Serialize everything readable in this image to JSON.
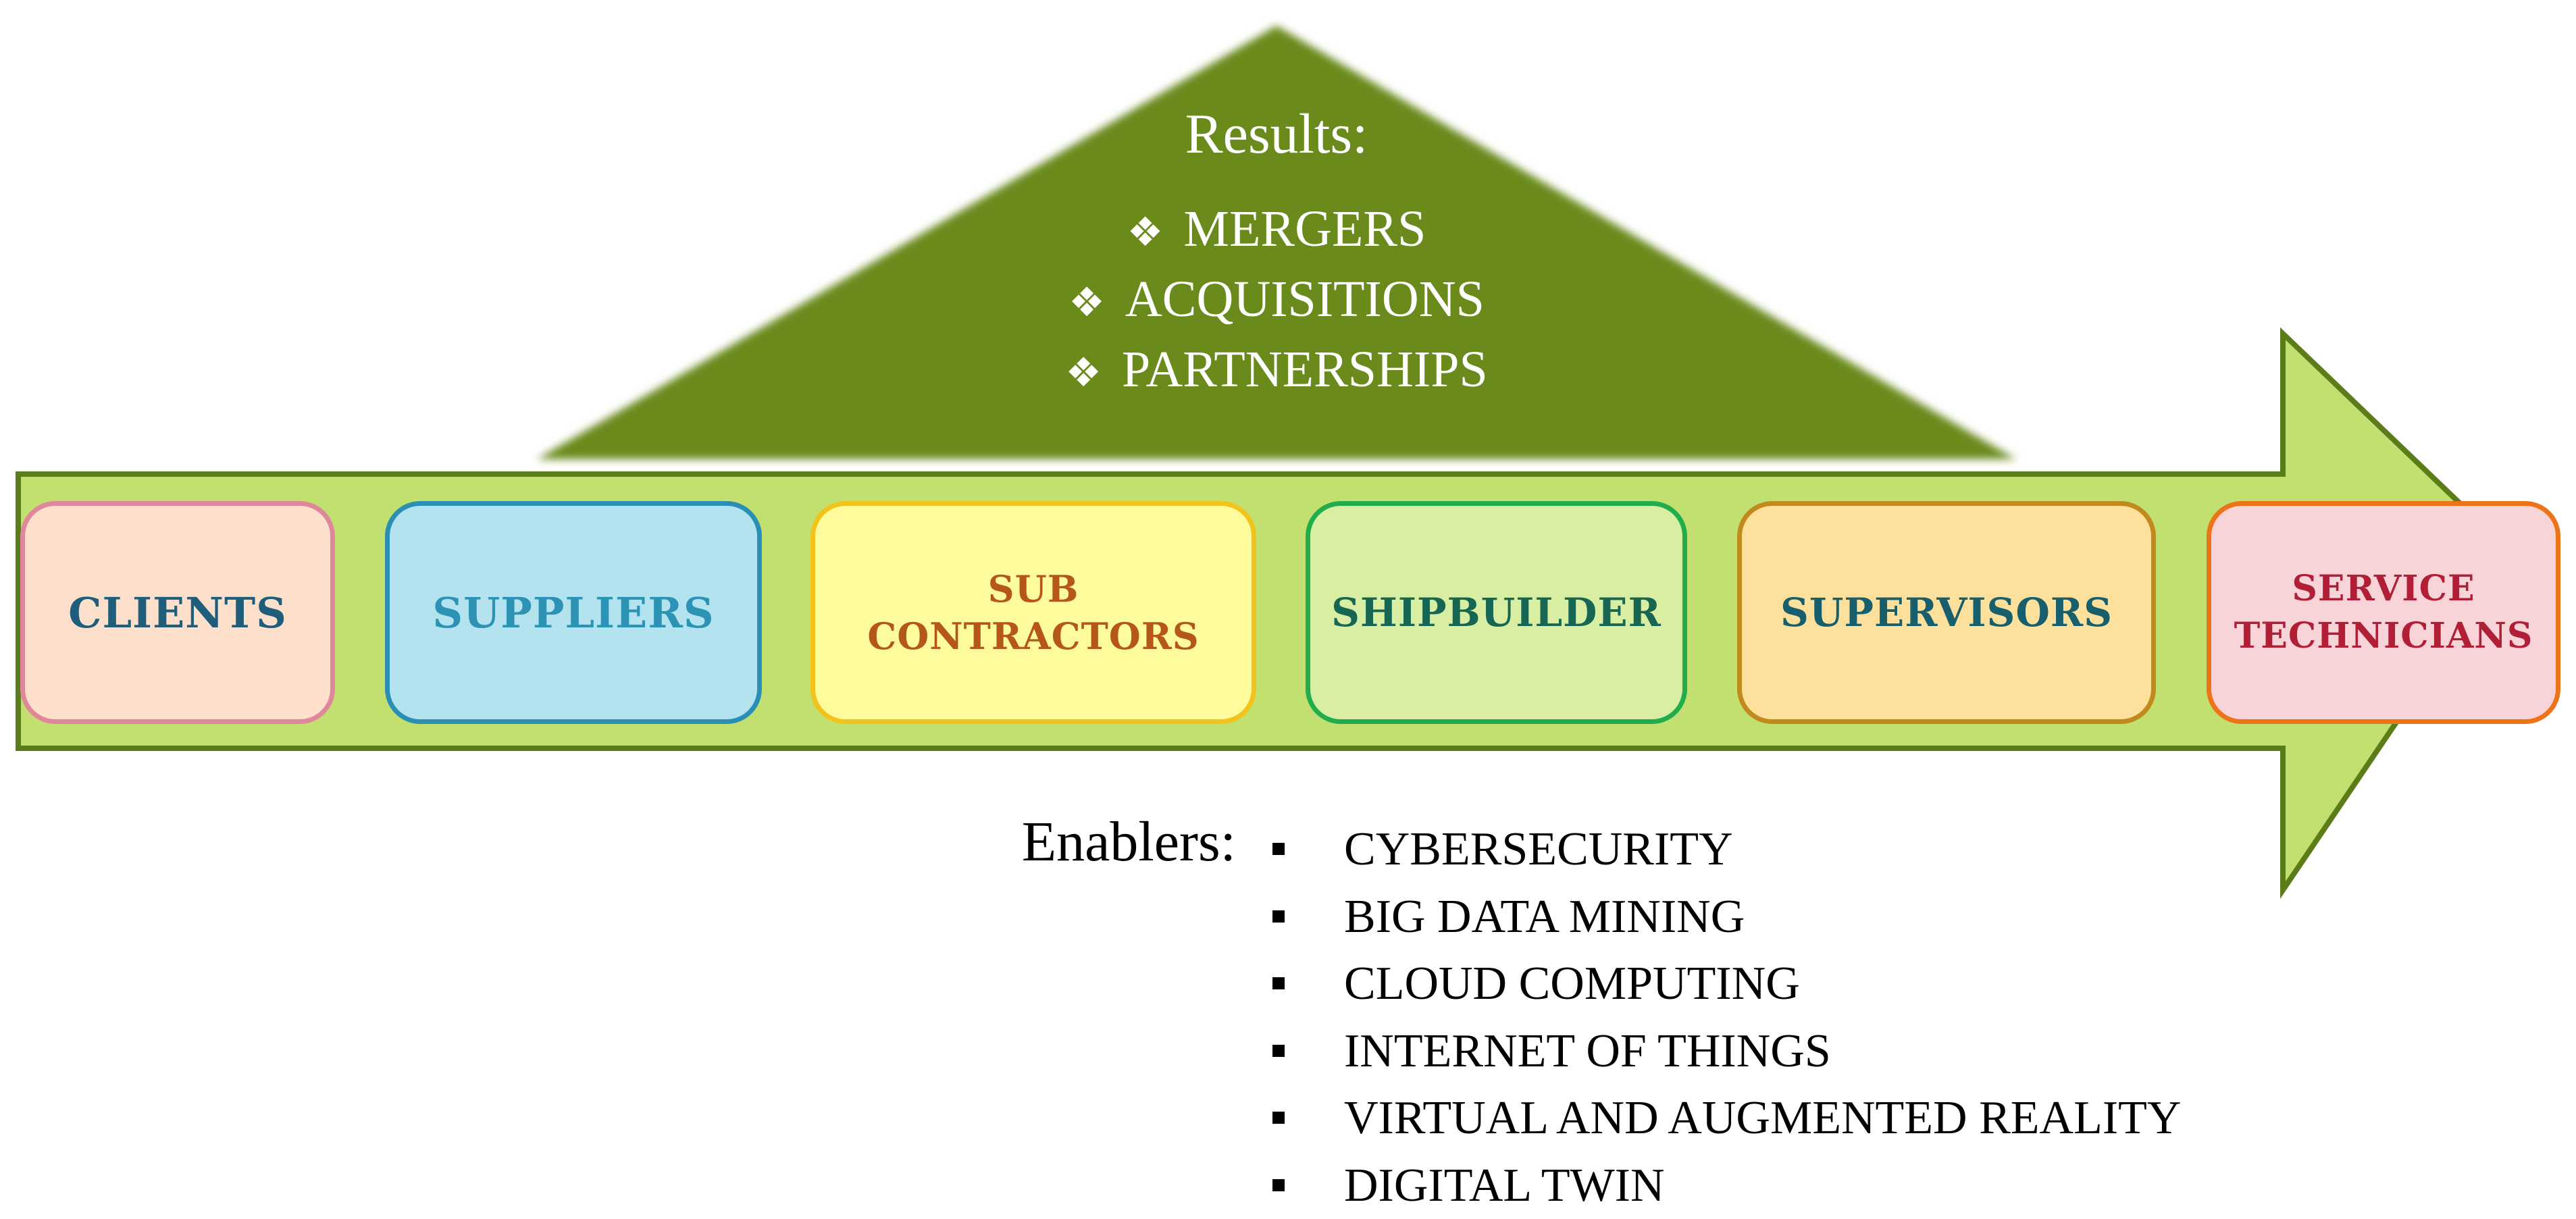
{
  "colors": {
    "triangle_fill": "#6b8a1c",
    "arrow_fill": "#c2e070",
    "arrow_stroke": "#5a7d1a"
  },
  "results": {
    "title": "Results:",
    "bullet_icon": "diamond-four-petal",
    "items": [
      "MERGERS",
      "ACQUISITIONS",
      "PARTNERSHIPS"
    ]
  },
  "stakeholders": [
    {
      "id": "clients",
      "lines": [
        "CLIENTS"
      ],
      "fill": "#fce0cc",
      "border": "#e0879b",
      "text_color": "#1f5e7a"
    },
    {
      "id": "suppliers",
      "lines": [
        "SUPPLIERS"
      ],
      "fill": "#b3e3ee",
      "border": "#2a8fb5",
      "text_color": "#2c93b5"
    },
    {
      "id": "sub-contractors",
      "lines": [
        "SUB",
        "CONTRACTORS"
      ],
      "fill": "#fdfb9b",
      "border": "#f2c31b",
      "text_color": "#b5571b"
    },
    {
      "id": "shipbuilder",
      "lines": [
        "SHIPBUILDER"
      ],
      "fill": "#d8eea3",
      "border": "#22ad4d",
      "text_color": "#176553"
    },
    {
      "id": "supervisors",
      "lines": [
        "SUPERVISORS"
      ],
      "fill": "#fde09c",
      "border": "#c28a1d",
      "text_color": "#175f6c"
    },
    {
      "id": "service-technicians",
      "lines": [
        "SERVICE",
        "TECHNICIANS"
      ],
      "fill": "#f8d4d9",
      "border": "#ec7318",
      "text_color": "#b01f36"
    }
  ],
  "enablers": {
    "label": "Enablers:",
    "bullet_icon": "square-bullet",
    "items": [
      "CYBERSECURITY",
      "BIG DATA MINING",
      "CLOUD COMPUTING",
      "INTERNET OF THINGS",
      "VIRTUAL AND AUGMENTED REALITY",
      "DIGITAL TWIN"
    ]
  }
}
